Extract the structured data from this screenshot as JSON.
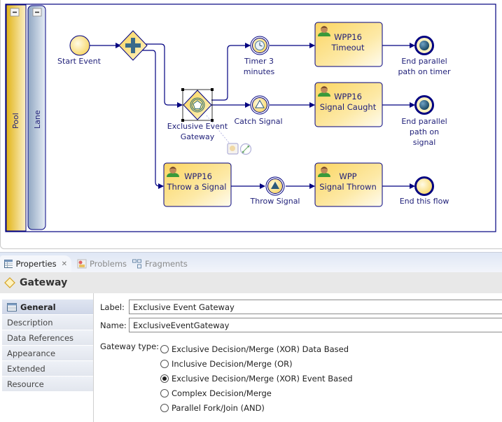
{
  "diagram": {
    "pool_label": "Pool",
    "lane_label": "Lane",
    "elements": {
      "start_event": "Start Event",
      "timer_line1": "Timer 3",
      "timer_line2": "minutes",
      "exclusive_gw_line1": "Exclusive Event",
      "exclusive_gw_line2": "Gateway",
      "catch_signal": "Catch Signal",
      "throw_signal": "Throw Signal",
      "task_timeout_line1": "WPP16",
      "task_timeout_line2": "Timeout",
      "task_caught_line1": "WPP16",
      "task_caught_line2": "Signal Caught",
      "task_throw_line1": "WPP16",
      "task_throw_line2": "Throw a Signal",
      "task_thrown_line1": "WPP",
      "task_thrown_line2": "Signal Thrown",
      "end_timer_line1": "End parallel",
      "end_timer_line2": "path on timer",
      "end_signal_line1": "End parallel",
      "end_signal_line2": "path on",
      "end_signal_line3": "signal",
      "end_flow": "End this flow"
    },
    "colors": {
      "stroke": "#000080",
      "task_fill_start": "#fbd96b",
      "task_fill_end": "#fffbe8",
      "pool_fill": "#e8c23a",
      "lane_fill": "#a9bbd1"
    }
  },
  "properties": {
    "tabs": [
      {
        "label": "Properties",
        "active": true
      },
      {
        "label": "Problems",
        "active": false
      },
      {
        "label": "Fragments",
        "active": false
      }
    ],
    "title": "Gateway",
    "side_tabs": [
      "General",
      "Description",
      "Data References",
      "Appearance",
      "Extended",
      "Resource"
    ],
    "active_side_tab": "General",
    "label_caption": "Label:",
    "label_value": "Exclusive Event Gateway",
    "name_caption": "Name:",
    "name_value": "ExclusiveEventGateway",
    "gateway_type_caption": "Gateway type:",
    "gateway_types": [
      {
        "label": "Exclusive Decision/Merge (XOR) Data Based",
        "checked": false
      },
      {
        "label": "Inclusive Decision/Merge (OR)",
        "checked": false
      },
      {
        "label": "Exclusive Decision/Merge (XOR) Event Based",
        "checked": true
      },
      {
        "label": "Complex Decision/Merge",
        "checked": false
      },
      {
        "label": "Parallel Fork/Join (AND)",
        "checked": false
      }
    ]
  }
}
